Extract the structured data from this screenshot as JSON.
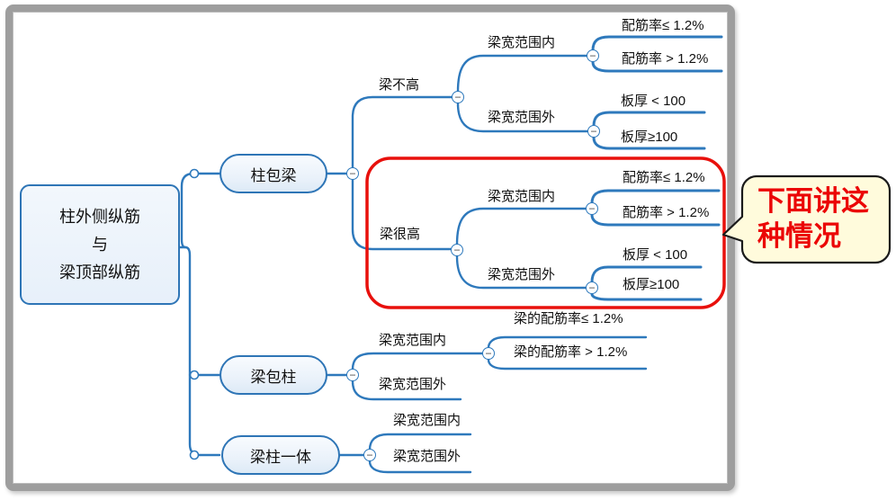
{
  "colors": {
    "branch_line": "#2E79BC",
    "node_border": "#2E75B6",
    "node_fill": "#EDF4FB",
    "text": "#111111",
    "highlight_box": "#E8100C",
    "callout_fill": "#FFFBDC",
    "callout_border": "#1A1A1A",
    "callout_text": "#EB0606",
    "frame": "#9E9E9E"
  },
  "icons": {
    "collapse_glyph": "−"
  },
  "mindmap": {
    "root": {
      "lines": [
        "柱外侧纵筋",
        "与",
        "梁顶部纵筋"
      ]
    },
    "column_wraps_beam": {
      "label": "柱包梁",
      "beam_not_tall": {
        "label": "梁不高",
        "within_width": {
          "label": "梁宽范围内",
          "leaves": [
            "配筋率≤ 1.2%",
            "配筋率 > 1.2%"
          ]
        },
        "outside_width": {
          "label": "梁宽范围外",
          "leaves": [
            "板厚 < 100",
            "板厚≥100"
          ]
        }
      },
      "beam_very_tall": {
        "label": "梁很高",
        "within_width": {
          "label": "梁宽范围内",
          "leaves": [
            "配筋率≤ 1.2%",
            "配筋率 > 1.2%"
          ]
        },
        "outside_width": {
          "label": "梁宽范围外",
          "leaves": [
            "板厚 < 100",
            "板厚≥100"
          ]
        }
      }
    },
    "beam_wraps_column": {
      "label": "梁包柱",
      "within_width": {
        "label": "梁宽范围内",
        "leaves": [
          "梁的配筋率≤ 1.2%",
          "梁的配筋率 > 1.2%"
        ]
      },
      "outside_width": {
        "label": "梁宽范围外"
      }
    },
    "beam_column_integrated": {
      "label": "梁柱一体",
      "within_width": {
        "label": "梁宽范围内"
      },
      "outside_width": {
        "label": "梁宽范围外"
      }
    }
  },
  "callout": {
    "lines": [
      "下面讲这",
      "种情况"
    ]
  }
}
